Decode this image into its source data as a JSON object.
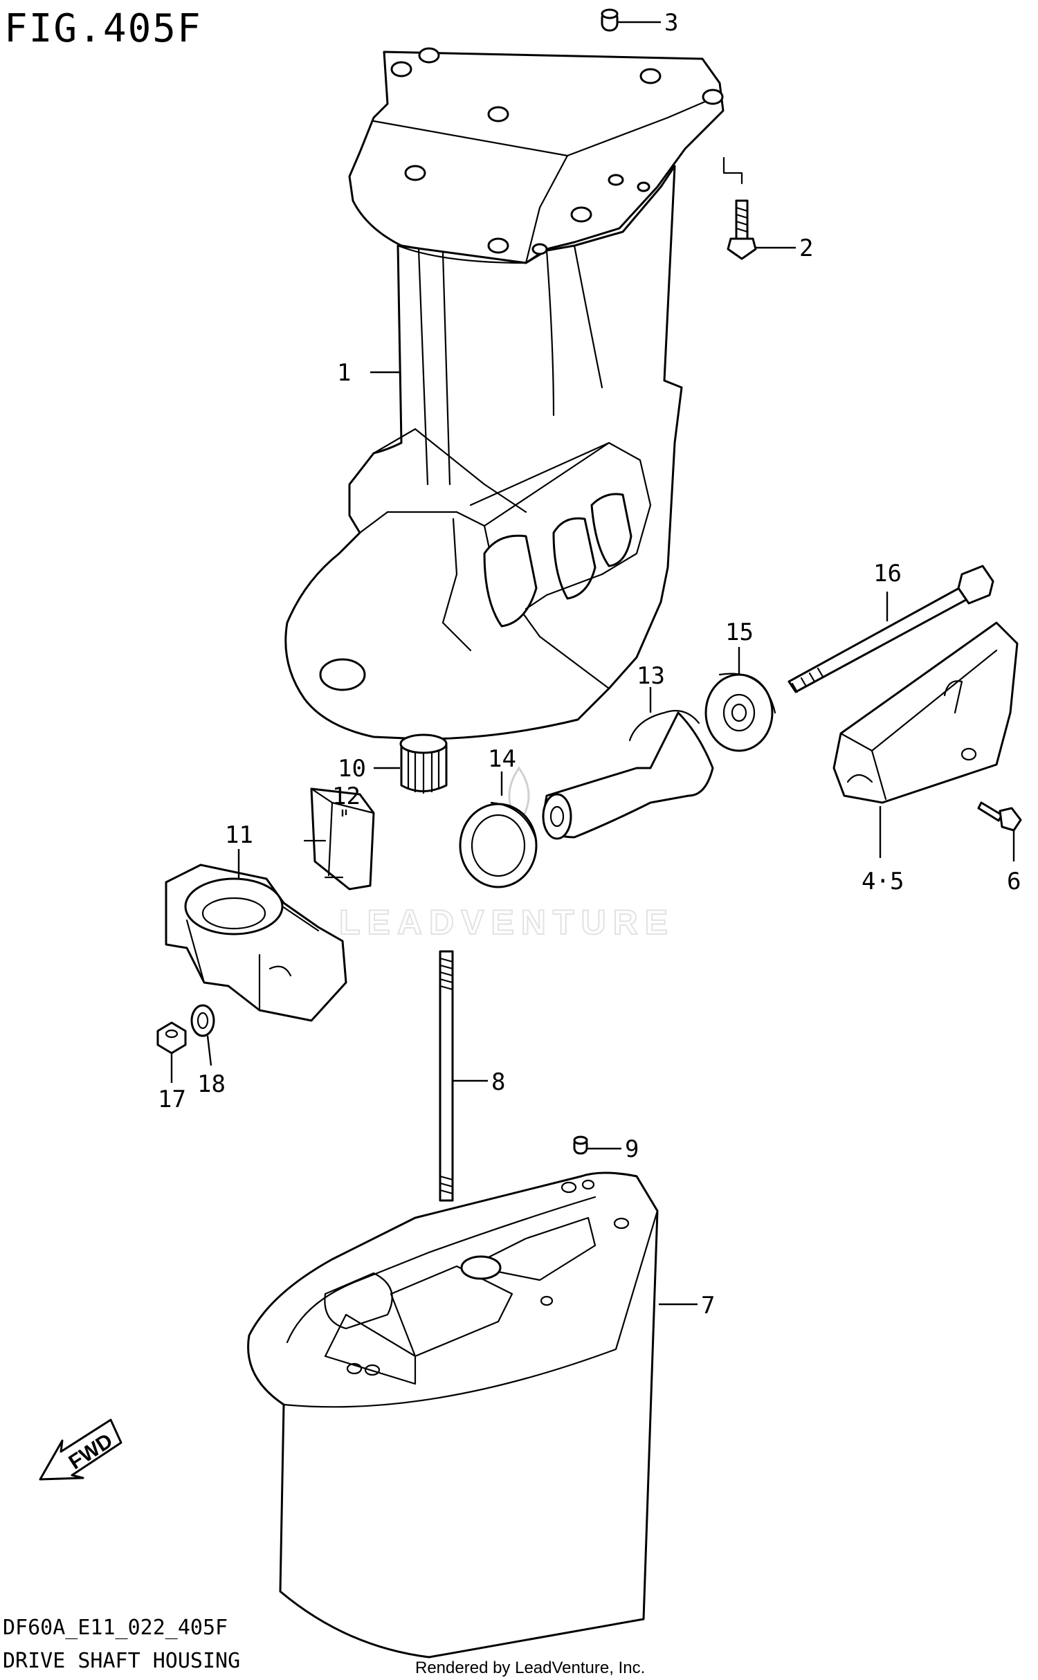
{
  "figure": {
    "title": "FIG.405F",
    "code": "DF60A_E11_022_405F",
    "caption": "DRIVE SHAFT HOUSING",
    "rendered_by": "Rendered by LeadVenture, Inc.",
    "watermark": "LEADVENTURE",
    "fwd_label": "FWD"
  },
  "callouts": {
    "c1": "1",
    "c2": "2",
    "c3": "3",
    "c45": "4·5",
    "c6": "6",
    "c7": "7",
    "c8": "8",
    "c9": "9",
    "c10": "10",
    "c11": "11",
    "c12": "12",
    "c13": "13",
    "c14": "14",
    "c15": "15",
    "c16": "16",
    "c17": "17",
    "c18": "18"
  }
}
